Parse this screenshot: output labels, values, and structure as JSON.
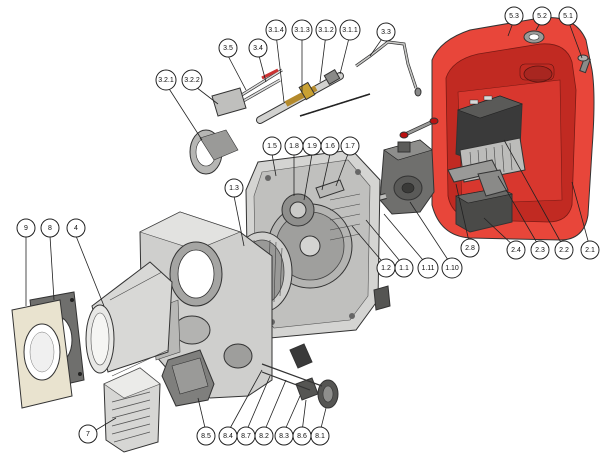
{
  "colors": {
    "cover_red": "#e8463a",
    "cover_dark": "#c12a22",
    "metal_light": "#d4d4d2",
    "metal_mid": "#a9a9a7",
    "metal_dark": "#6f6f6d",
    "plate_beige": "#e9e3cf",
    "component_black": "#3a3a3a"
  },
  "callouts": [
    {
      "id": "c-9",
      "label": "9"
    },
    {
      "id": "c-8",
      "label": "8"
    },
    {
      "id": "c-4",
      "label": "4"
    },
    {
      "id": "c-7",
      "label": "7"
    },
    {
      "id": "c-8-5",
      "label": "8.5"
    },
    {
      "id": "c-8-4",
      "label": "8.4"
    },
    {
      "id": "c-8-7",
      "label": "8.7"
    },
    {
      "id": "c-8-2",
      "label": "8.2"
    },
    {
      "id": "c-8-3",
      "label": "8.3"
    },
    {
      "id": "c-8-6",
      "label": "8.6"
    },
    {
      "id": "c-8-1",
      "label": "8.1"
    },
    {
      "id": "c-1-3",
      "label": "1.3"
    },
    {
      "id": "c-1-5",
      "label": "1.5"
    },
    {
      "id": "c-1-8a",
      "label": "1.8"
    },
    {
      "id": "c-1-9",
      "label": "1.9"
    },
    {
      "id": "c-1-6",
      "label": "1.6"
    },
    {
      "id": "c-1-7",
      "label": "1.7"
    },
    {
      "id": "c-1-2",
      "label": "1.2"
    },
    {
      "id": "c-1-1",
      "label": "1.1"
    },
    {
      "id": "c-1-11",
      "label": "1.11"
    },
    {
      "id": "c-1-10",
      "label": "1.10"
    },
    {
      "id": "c-2-8",
      "label": "2.8"
    },
    {
      "id": "c-2-4",
      "label": "2.4"
    },
    {
      "id": "c-2-3",
      "label": "2.3"
    },
    {
      "id": "c-2-2",
      "label": "2.2"
    },
    {
      "id": "c-2-1",
      "label": "2.1"
    },
    {
      "id": "c-3-2-1",
      "label": "3.2.1"
    },
    {
      "id": "c-3-2-2",
      "label": "3.2.2"
    },
    {
      "id": "c-3-5",
      "label": "3.5"
    },
    {
      "id": "c-3-4",
      "label": "3.4"
    },
    {
      "id": "c-3-1-4",
      "label": "3.1.4"
    },
    {
      "id": "c-3-1-3",
      "label": "3.1.3"
    },
    {
      "id": "c-3-1-2",
      "label": "3.1.2"
    },
    {
      "id": "c-3-1-1",
      "label": "3.1.1"
    },
    {
      "id": "c-3-3",
      "label": "3.3"
    },
    {
      "id": "c-5-3",
      "label": "5.3"
    },
    {
      "id": "c-5-2",
      "label": "5.2"
    },
    {
      "id": "c-5-1",
      "label": "5.1"
    }
  ]
}
